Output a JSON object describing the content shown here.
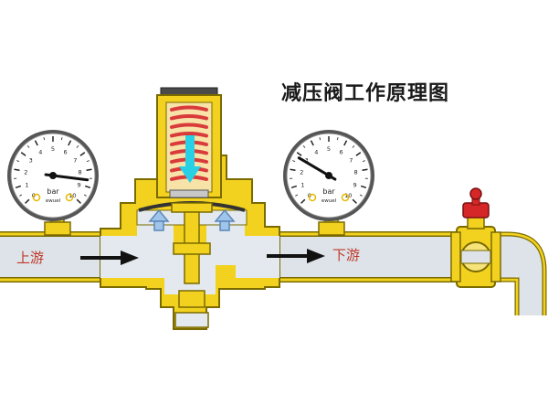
{
  "title": "减压阀工作原理图",
  "labels": {
    "upstream": "上游",
    "downstream": "下游"
  },
  "gauges": [
    {
      "unit": "bar",
      "brand": "ewuel",
      "scale": [
        "0",
        "1",
        "2",
        "3",
        "4",
        "5",
        "6",
        "7",
        "8",
        "9",
        "10"
      ],
      "reading_fraction": 0.86
    },
    {
      "unit": "bar",
      "brand": "ewuel",
      "scale": [
        "0",
        "1",
        "2",
        "3",
        "4",
        "5",
        "6",
        "7",
        "8",
        "9",
        "10"
      ],
      "reading_fraction": 0.28
    }
  ],
  "colors": {
    "brass": "#f2d21f",
    "brass_outline": "#7a6a00",
    "pipe": "#dde3e8",
    "water": "#e3e9ee",
    "spring": "#d93b3b",
    "spring_bg": "#f7e3a7",
    "arrow_down": "#28d0e6",
    "arrow_up": "#9fc6ea",
    "label_red": "#c0392b",
    "knob_red": "#d62728"
  },
  "icons": {
    "flow_arrow": "right-arrow",
    "spring": "compression-spring",
    "piston_arrow_up": "up-arrow",
    "spring_force": "down-arrow",
    "ball_valve": "ball-valve"
  }
}
